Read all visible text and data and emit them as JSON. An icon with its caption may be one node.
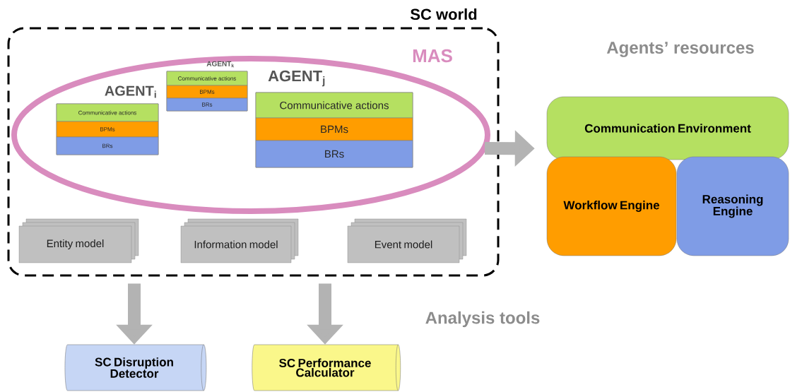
{
  "diagram": {
    "nodes": [
      {
        "text": [
          "SC world"
        ]
      },
      {
        "text": [
          "MAS"
        ],
        "in": 0
      },
      {
        "text": [
          "AGENT$_{i}$"
        ],
        "in": 1
      },
      {
        "text": [
          "Communicative actions"
        ],
        "in": 2
      },
      {
        "text": [
          "BPMs"
        ],
        "in": 2
      },
      {
        "text": [
          "BRs"
        ],
        "in": 2
      },
      {
        "text": [
          "AGENT$_{k}$"
        ],
        "in": 1
      },
      {
        "text": [
          "Communicative actions"
        ],
        "in": 6
      },
      {
        "text": [
          "BPMs"
        ],
        "in": 6
      },
      {
        "text": [
          "BRs"
        ],
        "in": 6
      },
      {
        "text": [
          "AGENT$_{j}$"
        ],
        "in": 1
      },
      {
        "text": [
          "Communicative actions"
        ],
        "in": 10
      },
      {
        "text": [
          "BPMs"
        ],
        "in": 10
      },
      {
        "text": [
          "BRs"
        ],
        "in": 10
      },
      {
        "text": [
          "Entity model"
        ],
        "in": 0
      },
      {
        "text": [
          "Information model"
        ],
        "in": 0
      },
      {
        "text": [
          "Event model"
        ],
        "in": 0
      },
      {
        "text": [
          "Communication Environment"
        ]
      },
      {
        "text": [
          "Workflow Engine"
        ]
      },
      {
        "text": [
          "Reasoning Engine"
        ]
      },
      {
        "text": [
          "SC Disruption Detector"
        ]
      },
      {
        "text": [
          "SC Performance Calculator"
        ]
      }
    ],
    "edges": [
      {
        "from": 1,
        "to": 17,
        "arrow": "to"
      },
      {
        "from": 0,
        "to": 20,
        "arrow": "to"
      },
      {
        "from": 0,
        "to": 21,
        "arrow": "to"
      }
    ],
    "labels": [
      "Agents’ resources",
      "Analysis tools"
    ]
  }
}
